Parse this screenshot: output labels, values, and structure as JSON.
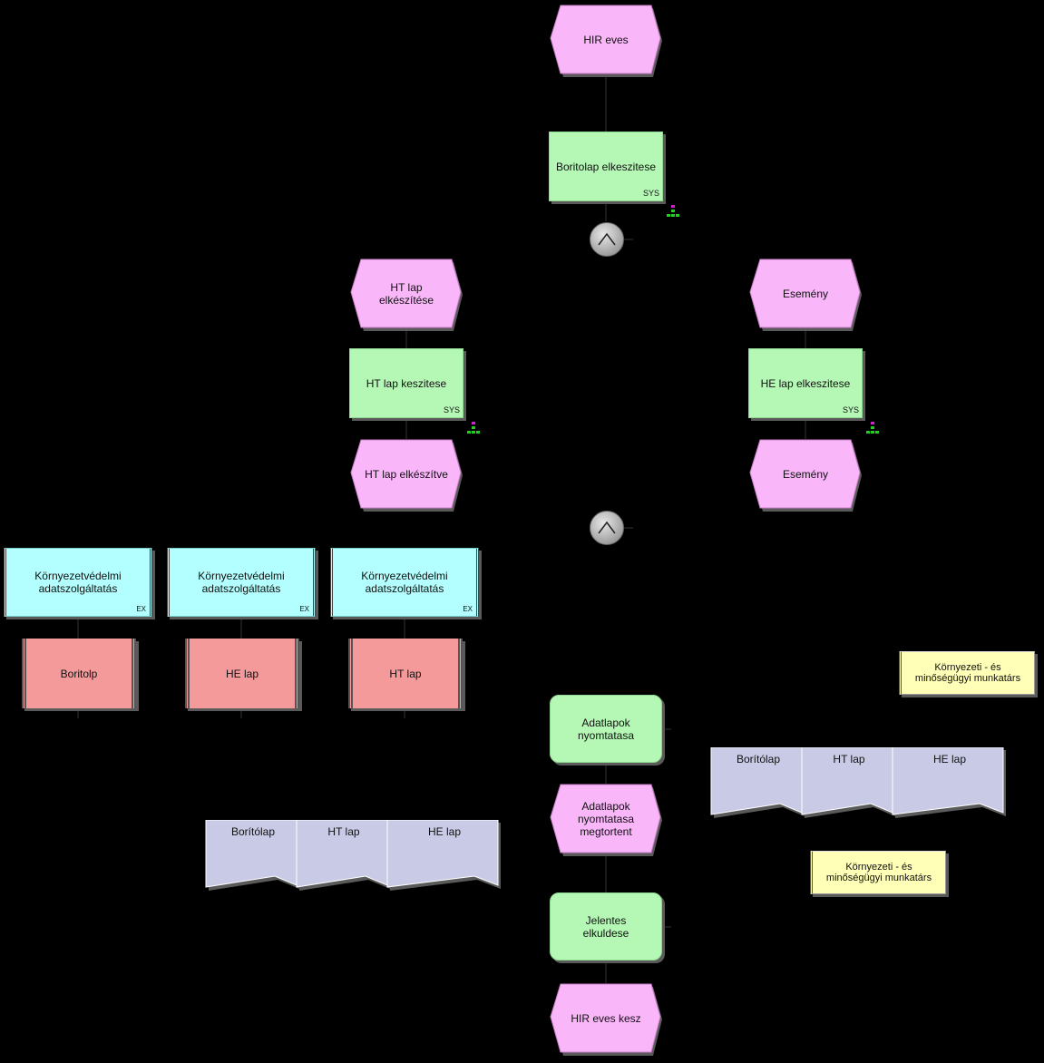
{
  "events": {
    "hir_eves": "HIR eves",
    "ht_lap_elkeszitese": "HT lap elkészítése",
    "esemeny_1": "Esemény",
    "ht_lap_elkeszitve": "HT lap elkészítve",
    "esemeny_2": "Esemény",
    "adatlapok_megtortent": "Adatlapok nyomtatasa megtortent",
    "hir_eves_kesz": "HIR eves kesz"
  },
  "functions": {
    "boritolap": "Boritolap elkeszitese",
    "ht_lap": "HT lap keszitese",
    "he_lap": "HE lap elkeszitese",
    "adatlapok": "Adatlapok nyomtatasa",
    "jelentes": "Jelentes elkuldese",
    "sys_label": "SYS"
  },
  "operators": {
    "and_symbol": "AND"
  },
  "services": {
    "label": "Környezetvédelmi adatszolgáltatás",
    "ex_label": "EX"
  },
  "system_items": [
    "Boritolp",
    "HE lap",
    "HT lap"
  ],
  "documents": {
    "left": [
      "Borítólap",
      "HT lap",
      "HE lap"
    ],
    "right": [
      "Borítólap",
      "HT lap",
      "HE lap"
    ]
  },
  "roles": {
    "top": "Környezeti - és minőségügyi munkatárs",
    "bottom": "Környezeti - és minőségügyi munkatárs"
  },
  "colors": {
    "event": "#f9b6f9",
    "function": "#b5f7b5",
    "service": "#b3ffff",
    "system": "#f49a9a",
    "document": "#c9cbe6",
    "role": "#ffffb8"
  }
}
